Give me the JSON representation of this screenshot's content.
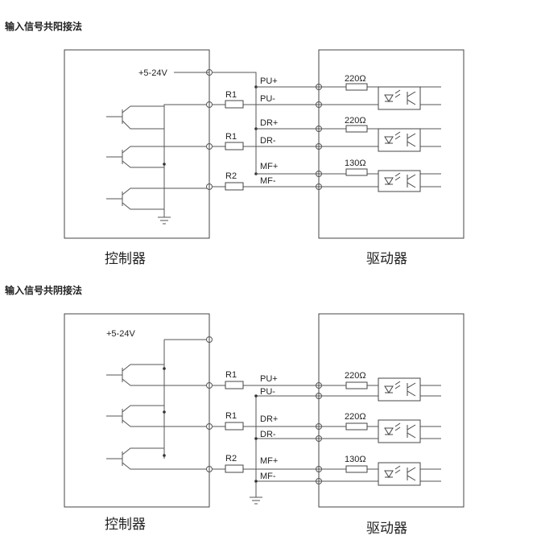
{
  "sections": [
    {
      "title": "输入信号共阳接法",
      "controller_label": "控制器",
      "driver_label": "驱动器",
      "supply_label": "+5-24V",
      "resistors": [
        "R1",
        "R1",
        "R2"
      ],
      "signals": [
        "PU+",
        "PU-",
        "DR+",
        "DR-",
        "MF+",
        "MF-"
      ],
      "driver_resistors": [
        "220Ω",
        "220Ω",
        "130Ω"
      ]
    },
    {
      "title": "输入信号共阴接法",
      "controller_label": "控制器",
      "driver_label": "驱动器",
      "supply_label": "+5-24V",
      "resistors": [
        "R1",
        "R1",
        "R2"
      ],
      "signals": [
        "PU+",
        "PU-",
        "DR+",
        "DR-",
        "MF+",
        "MF-"
      ],
      "driver_resistors": [
        "220Ω",
        "220Ω",
        "130Ω"
      ]
    }
  ]
}
